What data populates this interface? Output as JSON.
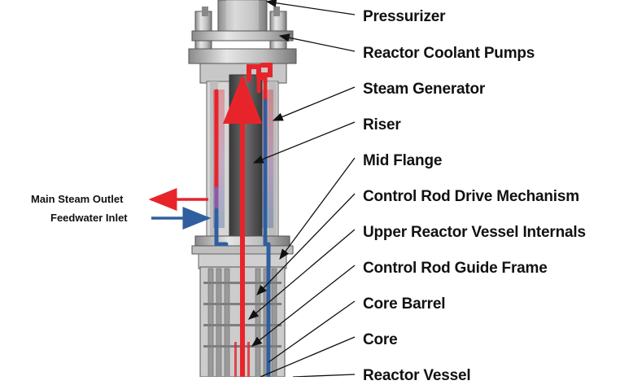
{
  "labels": {
    "pressurizer": "Pressurizer",
    "reactor_coolant_pumps": "Reactor Coolant Pumps",
    "steam_generator": "Steam Generator",
    "riser": "Riser",
    "mid_flange": "Mid Flange",
    "control_rod_drive_mechanism": "Control Rod Drive Mechanism",
    "upper_reactor_vessel_internals": "Upper Reactor Vessel Internals",
    "control_rod_guide_frame": "Control Rod Guide Frame",
    "core_barrel": "Core Barrel",
    "core": "Core",
    "reactor_vessel": "Reactor Vessel"
  },
  "side_labels": {
    "main_steam_outlet": "Main Steam Outlet",
    "feedwater_inlet": "Feedwater Inlet"
  },
  "colors": {
    "hot_leg": "#e8242b",
    "cold_leg": "#2f5f9e",
    "steel_light": "#d9d9d9",
    "steel_mid": "#a9a9a9",
    "steel_dark": "#5a5a5a",
    "leader_line": "#111111"
  }
}
